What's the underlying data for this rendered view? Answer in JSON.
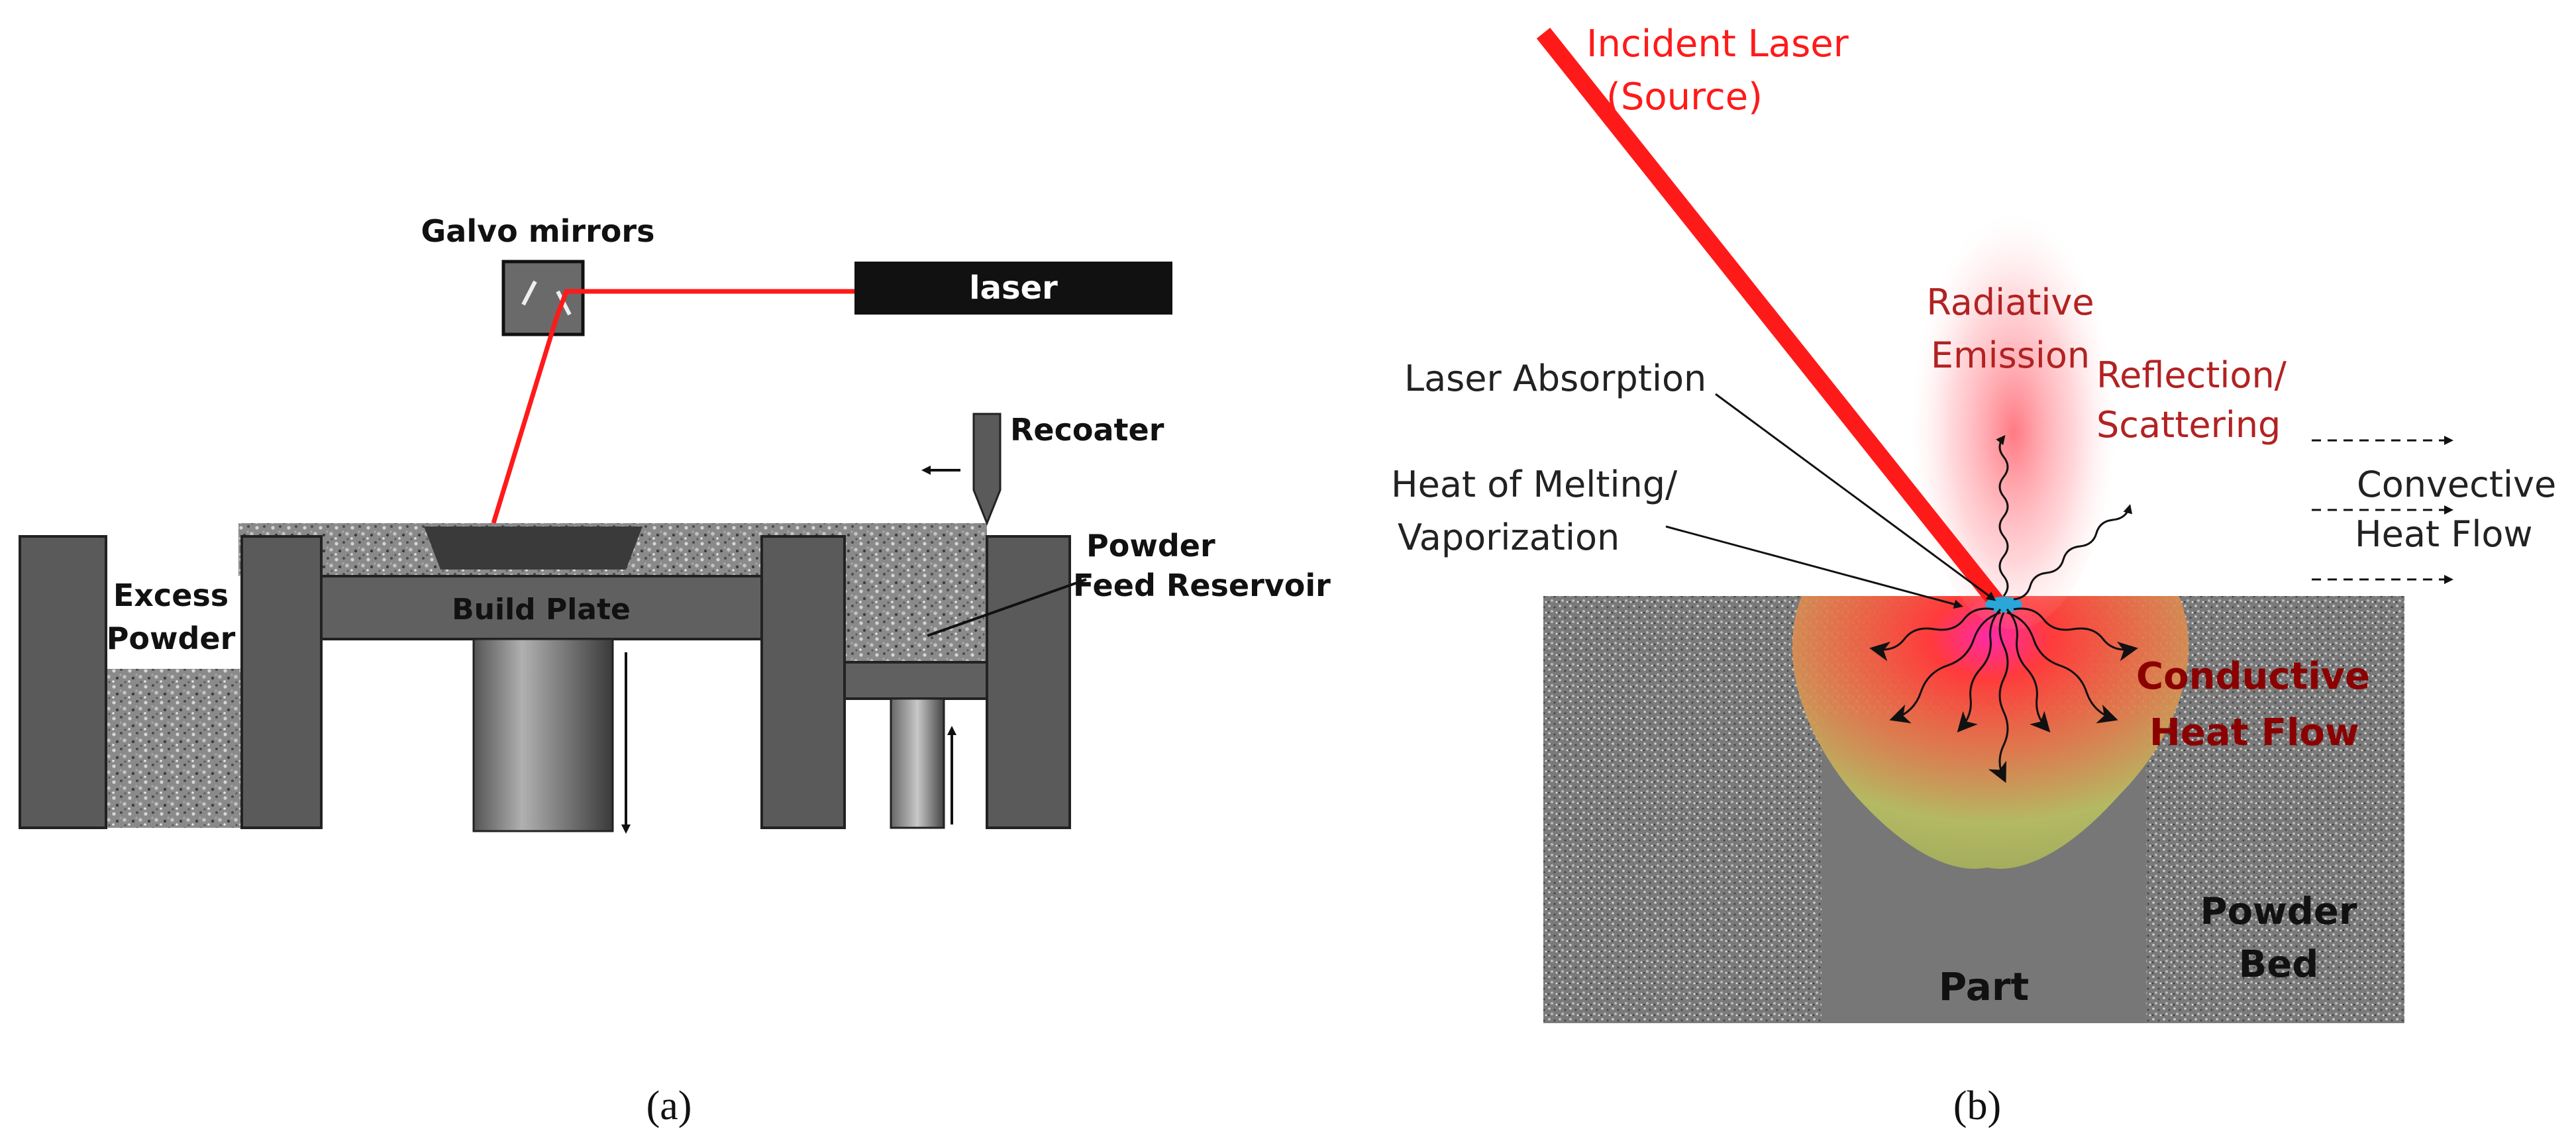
{
  "panel_a": {
    "caption": "(a)",
    "labels": {
      "galvo": "Galvo mirrors",
      "laser": "laser",
      "recoater": "Recoater",
      "powder_feed_line1": "Powder",
      "powder_feed_line2": "Feed Reservoir",
      "excess_line1": "Excess",
      "excess_line2": "Powder",
      "build_plate": "Build Plate"
    }
  },
  "panel_b": {
    "caption": "(b)",
    "labels": {
      "incident_line1": "Incident Laser",
      "incident_line2": "(Source)",
      "radiative_line1": "Radiative",
      "radiative_line2": "Emission",
      "reflection_line1": "Reflection/",
      "reflection_line2": "Scattering",
      "absorption": "Laser Absorption",
      "melting_line1": "Heat of Melting/",
      "melting_line2": "Vaporization",
      "convective_line1": "Convective",
      "convective_line2": "Heat Flow",
      "conductive_line1": "Conductive",
      "conductive_line2": "Heat Flow",
      "part": "Part",
      "powder_bed_line1": "Powder",
      "powder_bed_line2": "Bed"
    }
  },
  "colors": {
    "laser_red": "#ff1a1a",
    "label_red": "#b22222",
    "block_gray": "#555555",
    "dark_text": "#8b0000"
  }
}
